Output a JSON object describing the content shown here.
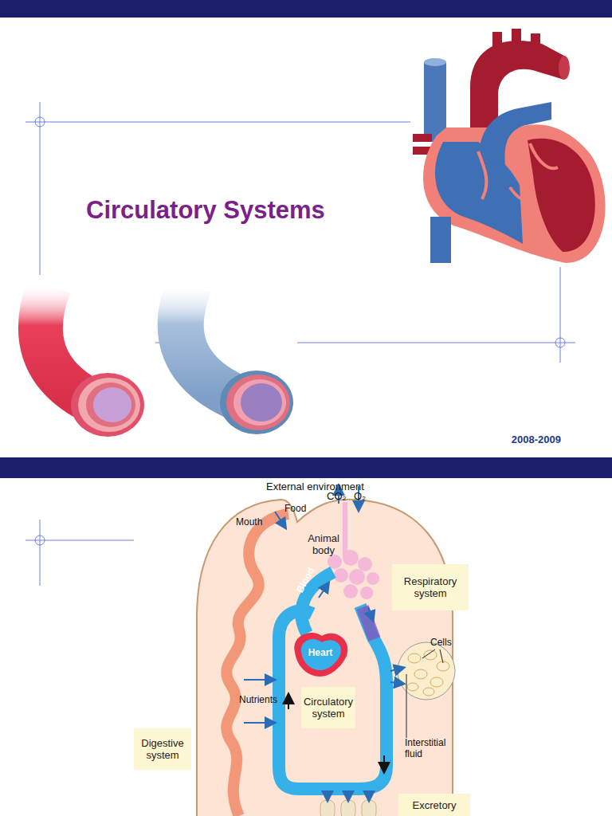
{
  "diagram": {
    "title": "Circulatory Systems",
    "nodes": [
      {
        "text": [
          "Animal body"
        ]
      },
      {
        "text": [
          "Heart"
        ],
        "in": 0
      },
      {
        "text": [
          "Circulatory system"
        ],
        "in": 0
      },
      {
        "text": [
          "Respiratory system"
        ]
      },
      {
        "text": [
          "Digestive system"
        ]
      },
      {
        "text": [
          "Excretory"
        ]
      }
    ],
    "labels": [
      "2008-2009",
      "External environment",
      "Food",
      "Mouth",
      "CO₂",
      "O₂",
      "Blood",
      "Nutrients",
      "Cells",
      "Interstitial fluid"
    ]
  }
}
